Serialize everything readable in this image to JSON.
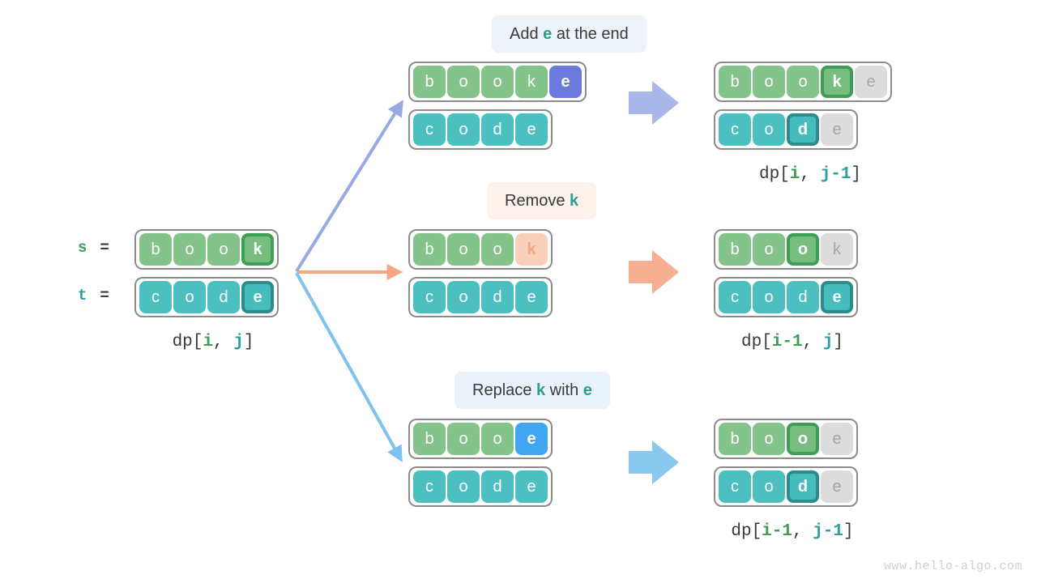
{
  "source": {
    "label_s": "s",
    "label_t": "t",
    "equals": "=",
    "word_top": [
      {
        "ch": "b",
        "style": "green"
      },
      {
        "ch": "o",
        "style": "green"
      },
      {
        "ch": "o",
        "style": "green"
      },
      {
        "ch": "k",
        "style": "hl-green"
      }
    ],
    "word_bottom": [
      {
        "ch": "c",
        "style": "teal"
      },
      {
        "ch": "o",
        "style": "teal"
      },
      {
        "ch": "d",
        "style": "teal"
      },
      {
        "ch": "e",
        "style": "hl-teal"
      }
    ],
    "caption": {
      "prefix": "dp[",
      "i": "i",
      "sep": ", ",
      "j": "j",
      "suffix": "]"
    }
  },
  "branches": [
    {
      "name": "add",
      "pill": {
        "before": "Add ",
        "bold1": "e",
        "middle": " at the end",
        "bold2": "",
        "after": "",
        "bg": "bluebg"
      },
      "arrow_color": "#9aa9e3",
      "block_arrow_color": "#a9b8e8",
      "before_top": [
        {
          "ch": "b",
          "style": "green"
        },
        {
          "ch": "o",
          "style": "green"
        },
        {
          "ch": "o",
          "style": "green"
        },
        {
          "ch": "k",
          "style": "green"
        },
        {
          "ch": "e",
          "style": "purple"
        }
      ],
      "before_bottom": [
        {
          "ch": "c",
          "style": "teal"
        },
        {
          "ch": "o",
          "style": "teal"
        },
        {
          "ch": "d",
          "style": "teal"
        },
        {
          "ch": "e",
          "style": "teal"
        }
      ],
      "after_top": [
        {
          "ch": "b",
          "style": "green"
        },
        {
          "ch": "o",
          "style": "green"
        },
        {
          "ch": "o",
          "style": "green"
        },
        {
          "ch": "k",
          "style": "hl-green"
        },
        {
          "ch": "e",
          "style": "gray"
        }
      ],
      "after_bottom": [
        {
          "ch": "c",
          "style": "teal"
        },
        {
          "ch": "o",
          "style": "teal"
        },
        {
          "ch": "d",
          "style": "hl-teal"
        },
        {
          "ch": "e",
          "style": "gray"
        }
      ],
      "caption": {
        "prefix": "dp[",
        "i": "i",
        "sep": ", ",
        "j": "j-1",
        "suffix": "]"
      }
    },
    {
      "name": "remove",
      "pill": {
        "before": "Remove ",
        "bold1": "k",
        "middle": "",
        "bold2": "",
        "after": "",
        "bg": "peachbg"
      },
      "arrow_color": "#f5a783",
      "block_arrow_color": "#f5ae90",
      "before_top": [
        {
          "ch": "b",
          "style": "green"
        },
        {
          "ch": "o",
          "style": "green"
        },
        {
          "ch": "o",
          "style": "green"
        },
        {
          "ch": "k",
          "style": "peach"
        }
      ],
      "before_bottom": [
        {
          "ch": "c",
          "style": "teal"
        },
        {
          "ch": "o",
          "style": "teal"
        },
        {
          "ch": "d",
          "style": "teal"
        },
        {
          "ch": "e",
          "style": "teal"
        }
      ],
      "after_top": [
        {
          "ch": "b",
          "style": "green"
        },
        {
          "ch": "o",
          "style": "green"
        },
        {
          "ch": "o",
          "style": "hl-green"
        },
        {
          "ch": "k",
          "style": "gray"
        }
      ],
      "after_bottom": [
        {
          "ch": "c",
          "style": "teal"
        },
        {
          "ch": "o",
          "style": "teal"
        },
        {
          "ch": "d",
          "style": "teal"
        },
        {
          "ch": "e",
          "style": "hl-teal"
        }
      ],
      "caption": {
        "prefix": "dp[",
        "i": "i-1",
        "sep": ", ",
        "j": "j",
        "suffix": "]"
      }
    },
    {
      "name": "replace",
      "pill": {
        "before": "Replace ",
        "bold1": "k",
        "middle": " with ",
        "bold2": "e",
        "after": "",
        "bg": "skybg"
      },
      "arrow_color": "#7ec2ee",
      "block_arrow_color": "#89c9f0",
      "before_top": [
        {
          "ch": "b",
          "style": "green"
        },
        {
          "ch": "o",
          "style": "green"
        },
        {
          "ch": "o",
          "style": "green"
        },
        {
          "ch": "e",
          "style": "blue"
        }
      ],
      "before_bottom": [
        {
          "ch": "c",
          "style": "teal"
        },
        {
          "ch": "o",
          "style": "teal"
        },
        {
          "ch": "d",
          "style": "teal"
        },
        {
          "ch": "e",
          "style": "teal"
        }
      ],
      "after_top": [
        {
          "ch": "b",
          "style": "green"
        },
        {
          "ch": "o",
          "style": "green"
        },
        {
          "ch": "o",
          "style": "hl-green"
        },
        {
          "ch": "e",
          "style": "gray"
        }
      ],
      "after_bottom": [
        {
          "ch": "c",
          "style": "teal"
        },
        {
          "ch": "o",
          "style": "teal"
        },
        {
          "ch": "d",
          "style": "hl-teal"
        },
        {
          "ch": "e",
          "style": "gray"
        }
      ],
      "caption": {
        "prefix": "dp[",
        "i": "i-1",
        "sep": ", ",
        "j": "j-1",
        "suffix": "]"
      }
    }
  ],
  "watermark": "www.hello-algo.com",
  "colors": {
    "green": "#84c48a",
    "teal": "#4cc0c0",
    "highlight_green_border": "#3f9e55",
    "highlight_teal_border": "#2e8b8b",
    "gray_cell": "#dcdcdc",
    "purple": "#6c79dd",
    "blue": "#40a6ef",
    "peach": "#fad0bb",
    "arrow_periwinkle": "#9aa9e3",
    "arrow_salmon": "#f5a783",
    "arrow_sky": "#7ec2ee"
  }
}
